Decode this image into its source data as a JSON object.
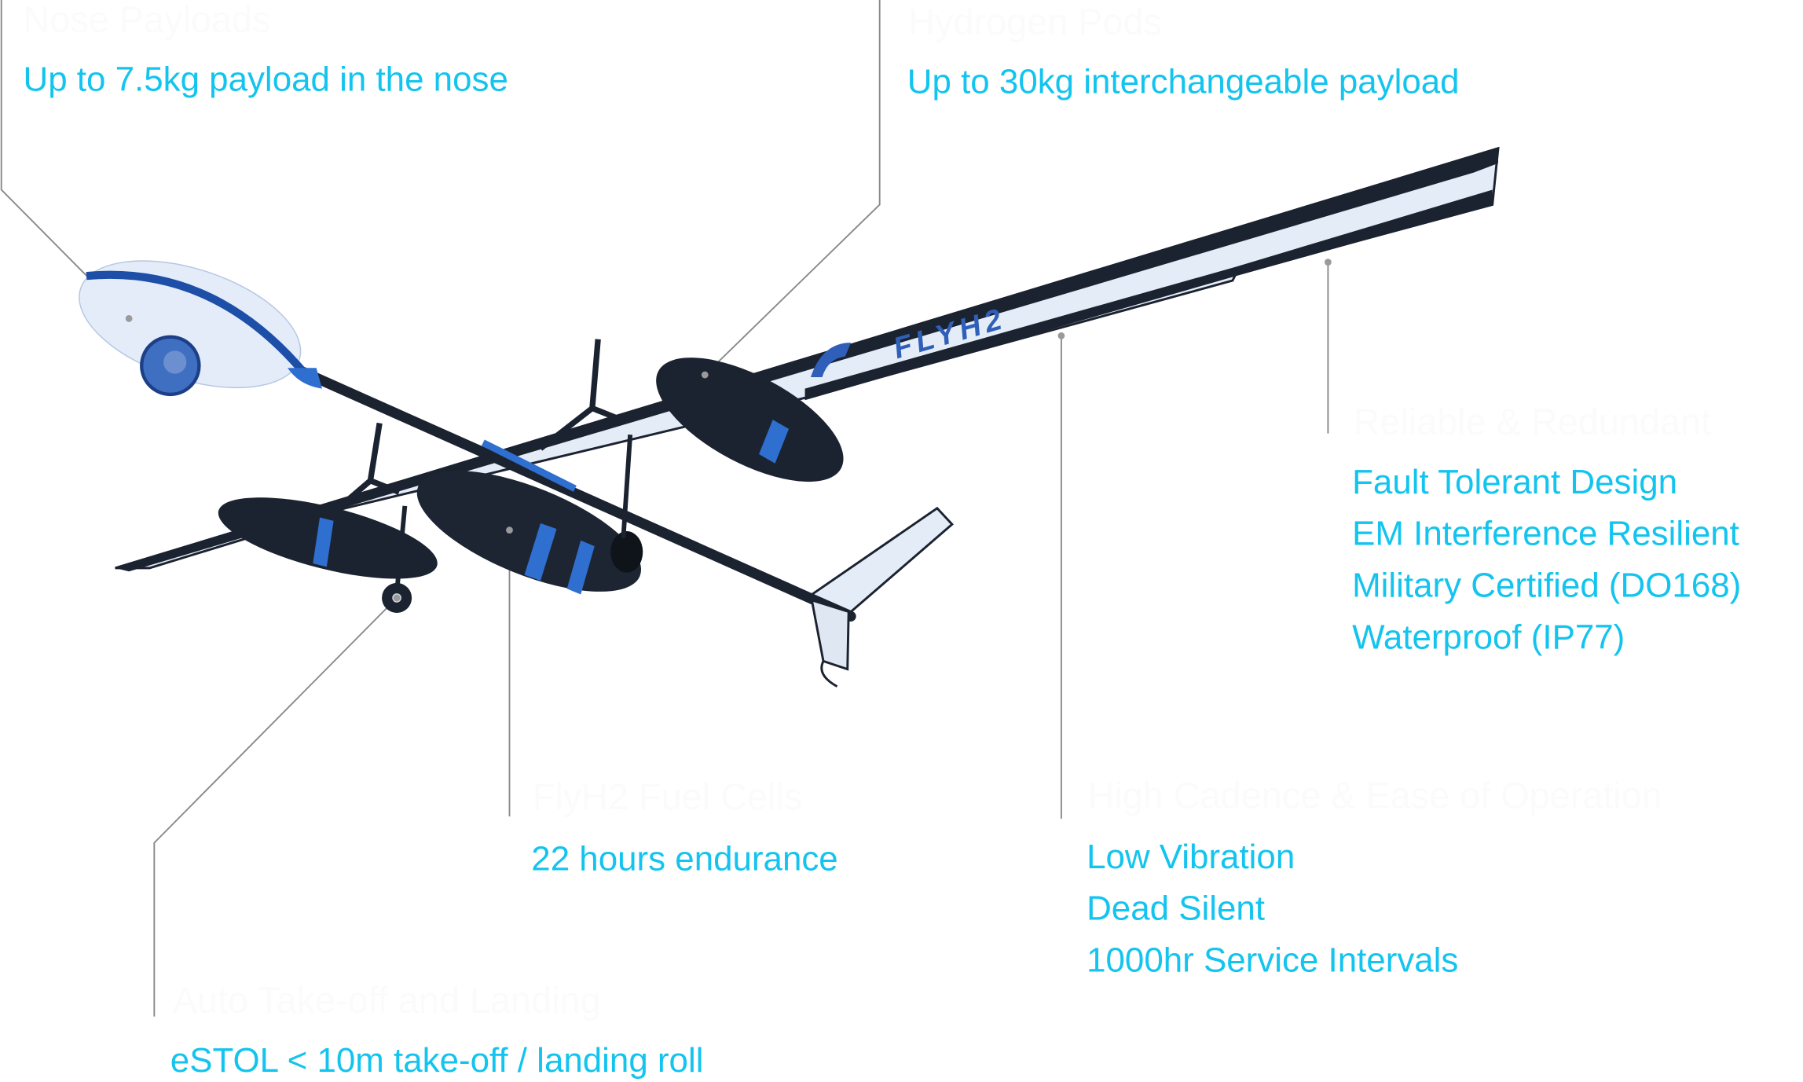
{
  "colors": {
    "accent": "#13c4ee",
    "heading": "#fbfbfb",
    "leader_line": "#8a8a8a",
    "airframe_dark": "#1b2230",
    "airframe_light": "#e4ecf7",
    "airframe_blue": "#2f6fd0"
  },
  "aircraft": {
    "logo_text": "FLYH2"
  },
  "callouts": {
    "nose": {
      "heading": "Nose Payloads",
      "features": [
        "Up to 7.5kg payload in the nose"
      ]
    },
    "pods": {
      "heading": "Hydrogen Pods",
      "features": [
        "Up to 30kg interchangeable payload"
      ]
    },
    "reliable": {
      "heading": "Reliable & Redundant",
      "features": [
        "Fault Tolerant Design",
        "EM Interference Resilient",
        "Military Certified (DO168)",
        "Waterproof (IP77)"
      ]
    },
    "fuel": {
      "heading": "FlyH2 Fuel Cells",
      "features": [
        "22 hours endurance"
      ]
    },
    "cadence": {
      "heading": "High Cadence & Ease of Operation",
      "features": [
        "Low Vibration",
        "Dead Silent",
        "1000hr Service Intervals"
      ]
    },
    "takeoff": {
      "heading": "Auto Take-off and Landing",
      "features": [
        "eSTOL < 10m take-off / landing roll"
      ]
    }
  }
}
